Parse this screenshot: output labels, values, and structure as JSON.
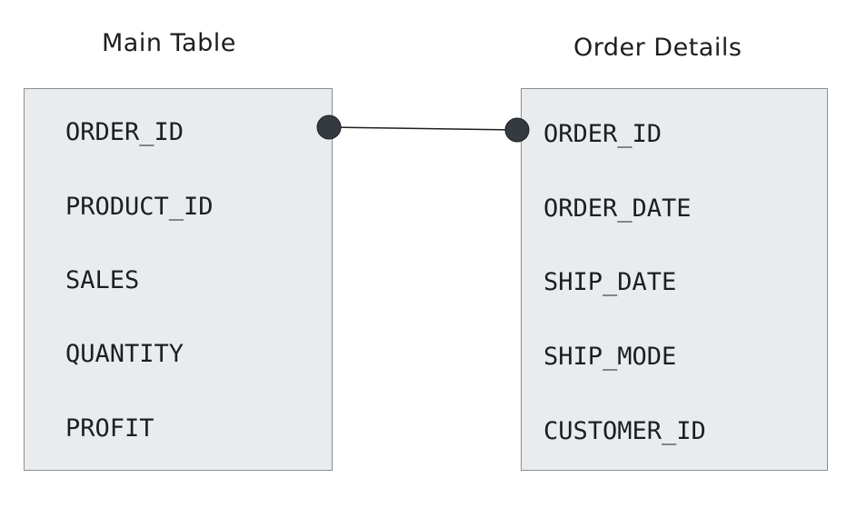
{
  "tables": {
    "main": {
      "title": "Main Table",
      "fields": [
        "ORDER_ID",
        "PRODUCT_ID",
        "SALES",
        "QUANTITY",
        "PROFIT"
      ]
    },
    "details": {
      "title": "Order Details",
      "fields": [
        "ORDER_ID",
        "ORDER_DATE",
        "SHIP_DATE",
        "SHIP_MODE",
        "CUSTOMER_ID"
      ]
    }
  },
  "relationship": {
    "from": "Main Table.ORDER_ID",
    "to": "Order Details.ORDER_ID"
  },
  "colors": {
    "box_fill": "#e9ecef",
    "box_border": "#8e8e8e",
    "line": "#1e1e1e",
    "dot": "#343a40",
    "text": "#1e1e1e"
  }
}
